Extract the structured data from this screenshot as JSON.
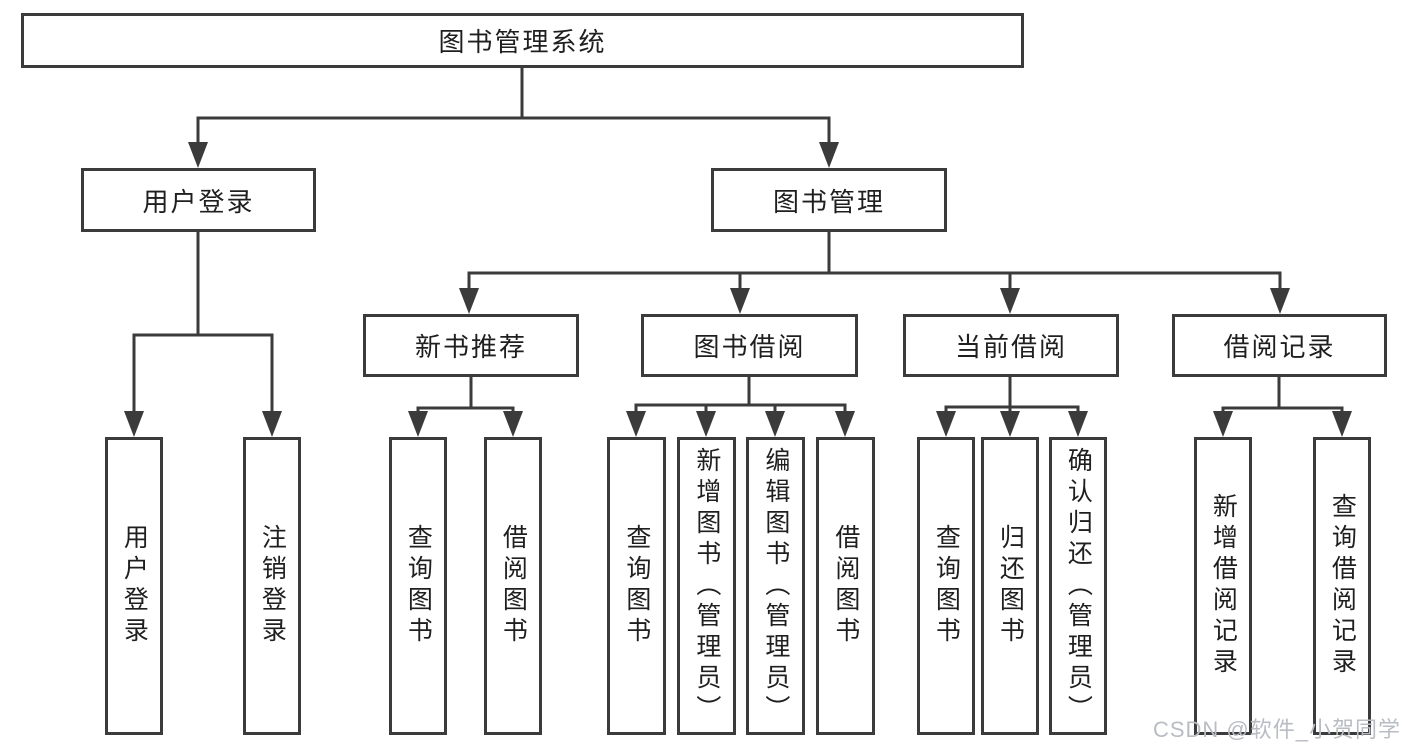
{
  "diagram": {
    "root": {
      "label": "图书管理系统"
    },
    "level1": [
      {
        "label": "用户登录",
        "children": [
          {
            "label": "用户登录"
          },
          {
            "label": "注销登录"
          }
        ]
      },
      {
        "label": "图书管理",
        "sections": [
          {
            "label": "新书推荐",
            "children": [
              {
                "label": "查询图书"
              },
              {
                "label": "借阅图书"
              }
            ]
          },
          {
            "label": "图书借阅",
            "children": [
              {
                "label": "查询图书"
              },
              {
                "label": "新增图书（管理员）"
              },
              {
                "label": "编辑图书（管理员）"
              },
              {
                "label": "借阅图书"
              }
            ]
          },
          {
            "label": "当前借阅",
            "children": [
              {
                "label": "查询图书"
              },
              {
                "label": "归还图书"
              },
              {
                "label": "确认归还（管理员）"
              }
            ]
          },
          {
            "label": "借阅记录",
            "children": [
              {
                "label": "新增借阅记录"
              },
              {
                "label": "查询借阅记录"
              }
            ]
          }
        ]
      }
    ]
  },
  "watermark": {
    "text": "CSDN @软件_小贺同学"
  },
  "colors": {
    "line": "#3b3b3b",
    "text": "#1f1f1f",
    "watermark": "#b9bdc3",
    "background": "#ffffff"
  }
}
